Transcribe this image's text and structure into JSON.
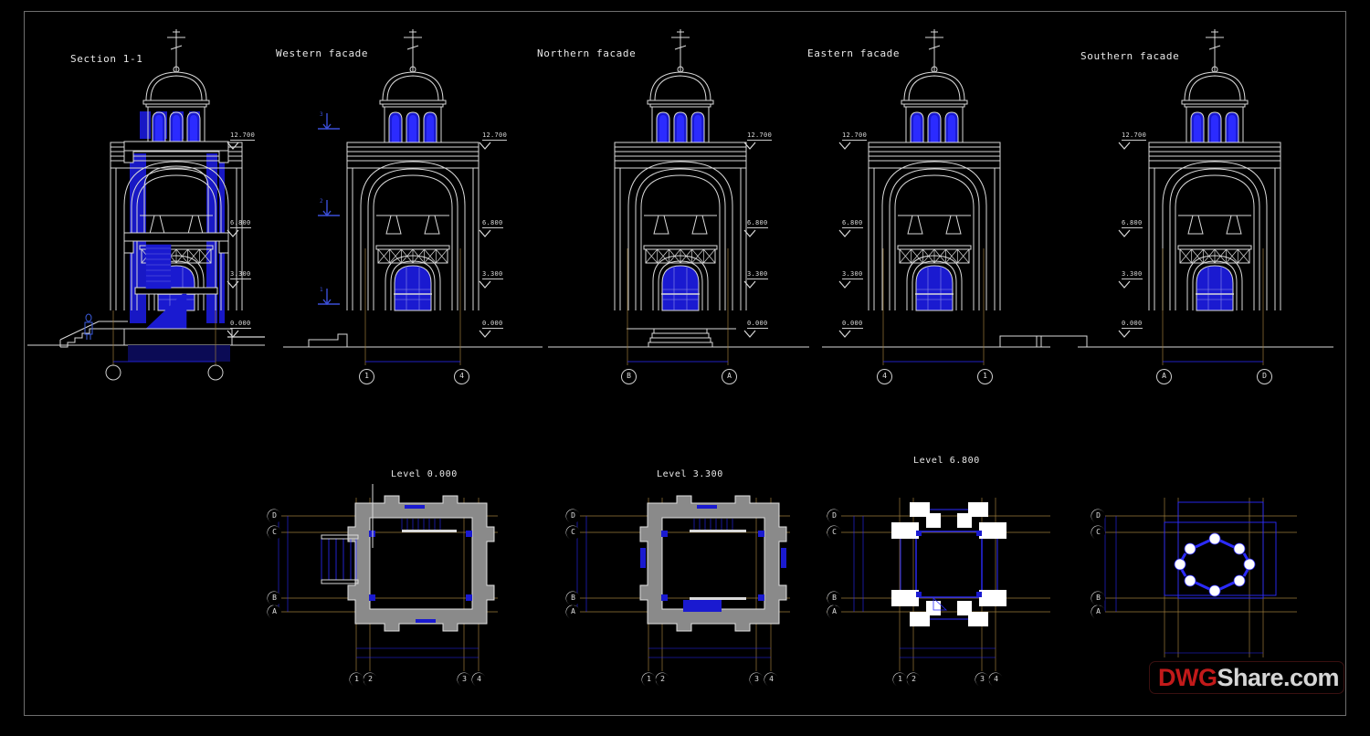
{
  "sheet": {
    "background": "#000000",
    "line_color": "#d9d9d9",
    "blue": "#1a1ad0",
    "grid_color": "#9a7a3a",
    "wall_fill": "#8a8a8a"
  },
  "elevations": {
    "titles": [
      {
        "id": "section",
        "label": "Section 1-1"
      },
      {
        "id": "west",
        "label": "Western facade"
      },
      {
        "id": "north",
        "label": "Northern facade"
      },
      {
        "id": "east",
        "label": "Eastern facade"
      },
      {
        "id": "south",
        "label": "Southern facade"
      }
    ],
    "levels": [
      "12.700",
      "6.800",
      "3.300",
      "0.000"
    ],
    "section_marks": [
      "3",
      "2",
      "1"
    ],
    "grid_bubbles": {
      "section": [
        "",
        ""
      ],
      "west": [
        "1",
        "4"
      ],
      "north": [
        "B",
        "A"
      ],
      "east": [
        "4",
        "1"
      ],
      "south": [
        "A",
        "D"
      ]
    }
  },
  "plans": {
    "titles": [
      {
        "id": "plan-0",
        "label": "Level 0.000"
      },
      {
        "id": "plan-3",
        "label": "Level 3.300"
      },
      {
        "id": "plan-6",
        "label": "Level 6.800"
      },
      {
        "id": "plan-dome",
        "label": ""
      }
    ],
    "row_bubbles": [
      "D",
      "C",
      "B",
      "A"
    ],
    "col_bubbles": [
      "1",
      "2",
      "3",
      "4"
    ]
  },
  "watermark": {
    "red_text": "DWG",
    "white_text": "Share.com"
  }
}
